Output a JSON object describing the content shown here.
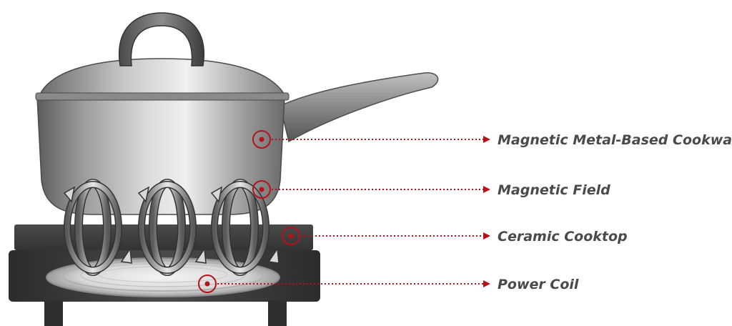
{
  "labels": {
    "cookware": "Magnetic Metal-Based Cookware",
    "magnetic_field": "Magnetic Field",
    "cooktop": "Ceramic Cooktop",
    "power_coil": "Power Coil"
  },
  "colors": {
    "accent": "#b5121b",
    "label_text": "#4a4a4a",
    "cooktop": "#3d3d3d",
    "stove_base": "#3a3a3a"
  }
}
